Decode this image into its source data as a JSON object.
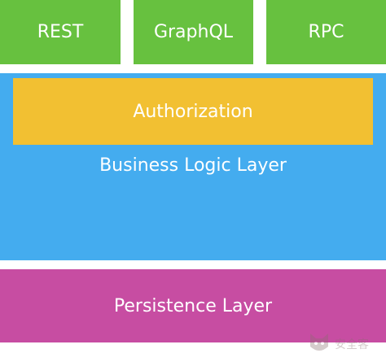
{
  "api_layer": {
    "items": [
      {
        "label": "REST"
      },
      {
        "label": "GraphQL"
      },
      {
        "label": "RPC"
      }
    ]
  },
  "business_layer": {
    "authorization_label": "Authorization",
    "label": "Business Logic Layer"
  },
  "persistence_layer": {
    "label": "Persistence Layer"
  },
  "watermark": {
    "text": "安全客"
  },
  "colors": {
    "api": "#67c13f",
    "business": "#44acef",
    "authorization": "#f2c032",
    "persistence": "#c74da2"
  }
}
